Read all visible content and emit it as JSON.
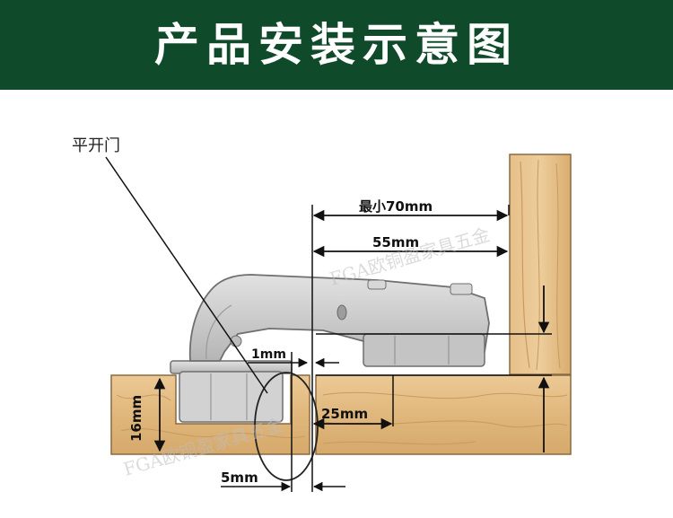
{
  "header": {
    "title": "产品安装示意图",
    "bg_color": "#0f4a2a"
  },
  "labels": {
    "door_type": "平开门",
    "min_70": "最小70mm",
    "d55": "55mm",
    "d1": "1mm",
    "d16": "16mm",
    "d25": "25mm",
    "d5": "5mm"
  },
  "watermark": {
    "text": "FGA欧铜盈家具五金"
  },
  "colors": {
    "wood": "#e2bd83",
    "wood_dark": "#c8975a",
    "hinge": "#c9c9c9",
    "hinge_dark": "#8f8f8f"
  }
}
